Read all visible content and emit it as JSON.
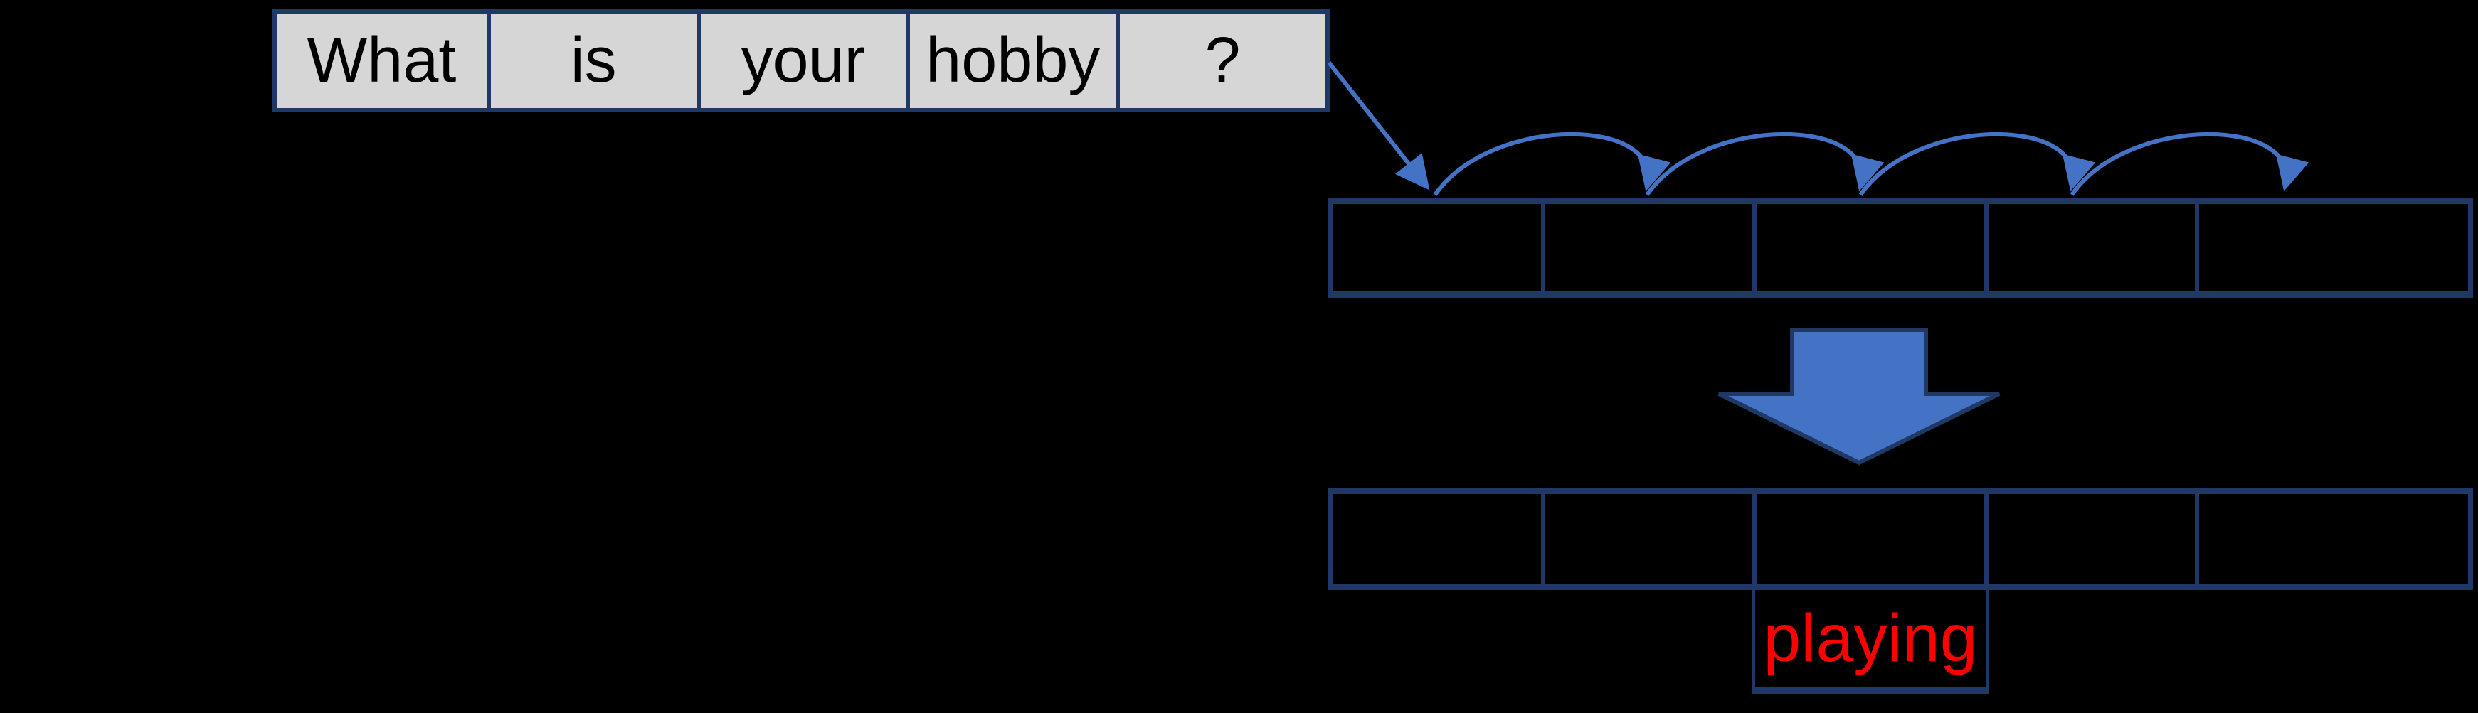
{
  "colors": {
    "background": "#000000",
    "border_navy": "#1F3864",
    "accent_blue": "#4472C4",
    "cell_gray": "#D6D6D6",
    "text_black": "#000000",
    "answer_red": "#FF0000"
  },
  "sentence_table": {
    "words": [
      "What",
      "is",
      "your",
      "hobby",
      "?"
    ]
  },
  "upper_empty_row": {
    "cell_count": 5
  },
  "lower_empty_row": {
    "cell_count": 5
  },
  "flow": {
    "hop_arc_count": 4,
    "input_arrow": "sentence-to-first-cell",
    "transform_arrow": "upper-row-to-lower-row"
  },
  "output_cell": {
    "word": "playing"
  }
}
